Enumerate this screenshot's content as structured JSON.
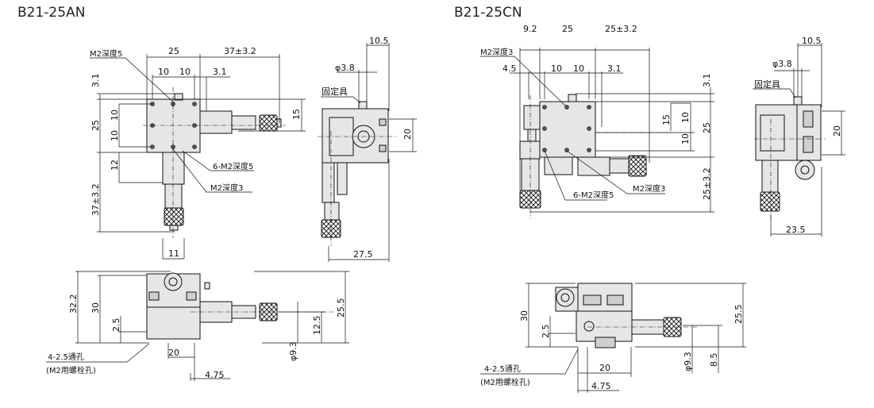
{
  "left": {
    "title": "B21-25AN",
    "top": {
      "m2_depth5": "M2深度5",
      "d25": "25",
      "d37": "37±3.2",
      "d10a": "10",
      "d10b": "10",
      "d31": "3.1",
      "v31": "3.1",
      "v25": "25",
      "v10a": "10",
      "v10b": "10",
      "v15": "15",
      "v12": "12",
      "v37": "37±3.2",
      "six_m2": "6-M2深度5",
      "m2_depth3": "M2深度3",
      "d11": "11"
    },
    "side": {
      "d105": "10.5",
      "phi38": "φ3.8",
      "fixture": "固定具",
      "v20": "20",
      "d275": "27.5"
    },
    "front": {
      "v322": "32.2",
      "v30": "30",
      "v25": "2.5",
      "v255": "25.5",
      "v125": "12.5",
      "phi93": "φ9.3",
      "d20": "20",
      "d475": "4.75",
      "holes": "4-2.5通孔",
      "holes_note": "(M2用螺栓孔)"
    }
  },
  "right": {
    "title": "B21-25CN",
    "top": {
      "d92": "9.2",
      "d25": "25",
      "d25pm": "25±3.2",
      "m2_depth3a": "M2深度3",
      "d45": "4.5",
      "d10a": "10",
      "d10b": "10",
      "d31": "3.1",
      "v31": "3.1",
      "v15": "15",
      "v10a": "10",
      "v10b": "10",
      "v25": "25",
      "v25pm": "25±3.2",
      "six_m2": "6-M2深度5",
      "m2_depth3b": "M2深度3"
    },
    "side": {
      "d105": "10.5",
      "phi38": "φ3.8",
      "fixture": "固定具",
      "v20": "20",
      "d235": "23.5"
    },
    "front": {
      "v30": "30",
      "v25": "2.5",
      "v255": "25.5",
      "phi93": "φ9.3",
      "v85": "8.5",
      "d20": "20",
      "d475": "4.75",
      "holes": "4-2.5通孔",
      "holes_note": "(M2用螺栓孔)"
    }
  }
}
